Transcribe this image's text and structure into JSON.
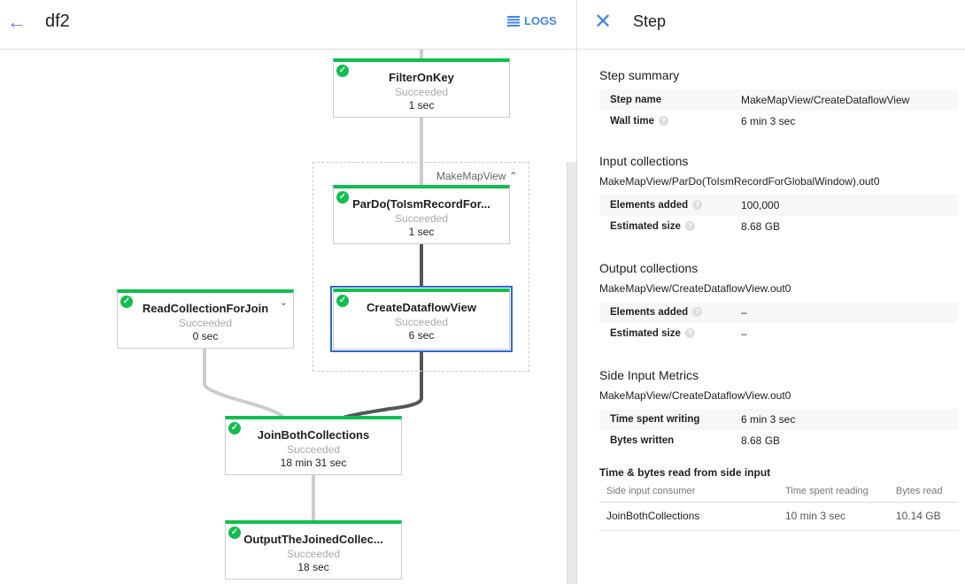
{
  "header": {
    "back_icon": "arrow-left-icon",
    "title": "df2",
    "logs_label": "LOGS",
    "logs_icon": "list-icon"
  },
  "graph": {
    "group": {
      "label": "MakeMapView",
      "collapse_icon": "chevron-up-icon"
    },
    "nodes": [
      {
        "name": "FilterOnKey",
        "status": "Succeeded",
        "time": "1 sec"
      },
      {
        "name": "ParDo(ToIsmRecordFor...",
        "status": "Succeeded",
        "time": "1 sec"
      },
      {
        "name": "CreateDataflowView",
        "status": "Succeeded",
        "time": "6 sec",
        "selected": true
      },
      {
        "name": "ReadCollectionForJoin",
        "status": "Succeeded",
        "time": "0 sec",
        "expand_icon": "chevron-down-icon"
      },
      {
        "name": "JoinBothCollections",
        "status": "Succeeded",
        "time": "18 min 31 sec"
      },
      {
        "name": "OutputTheJoinedCollec...",
        "status": "Succeeded",
        "time": "18 sec"
      }
    ],
    "status_color": "#0fbf4d",
    "selected_color": "#3367d6"
  },
  "panel": {
    "close_icon": "close-icon",
    "title": "Step",
    "summary": {
      "heading": "Step summary",
      "rows": [
        {
          "k": "Step name",
          "v": "MakeMapView/CreateDataflowView"
        },
        {
          "k": "Wall time",
          "v": "6 min 3 sec"
        }
      ]
    },
    "input": {
      "heading": "Input collections",
      "name": "MakeMapView/ParDo(ToIsmRecordForGlobalWindow).out0",
      "rows": [
        {
          "k": "Elements added",
          "v": "100,000"
        },
        {
          "k": "Estimated size",
          "v": "8.68 GB"
        }
      ]
    },
    "output": {
      "heading": "Output collections",
      "name": "MakeMapView/CreateDataflowView.out0",
      "rows": [
        {
          "k": "Elements added",
          "v": "–"
        },
        {
          "k": "Estimated size",
          "v": "–"
        }
      ]
    },
    "side": {
      "heading": "Side Input Metrics",
      "name": "MakeMapView/CreateDataflowView.out0",
      "rows": [
        {
          "k": "Time spent writing",
          "v": "6 min 3 sec"
        },
        {
          "k": "Bytes written",
          "v": "8.68 GB"
        }
      ]
    },
    "read": {
      "heading": "Time & bytes read from side input",
      "cols": [
        "Side input consumer",
        "Time spent reading",
        "Bytes read"
      ],
      "rows": [
        {
          "consumer": "JoinBothCollections",
          "time": "10 min 3 sec",
          "bytes": "10.14 GB"
        }
      ]
    }
  }
}
